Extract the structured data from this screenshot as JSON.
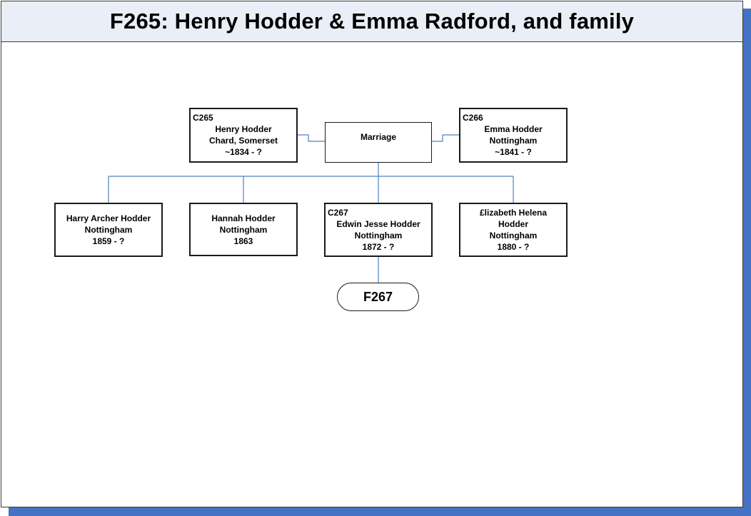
{
  "title": "F265: Henry Hodder & Emma Radford, and family",
  "marriage": {
    "label": "Marriage"
  },
  "parents": [
    {
      "code": "C265",
      "lines": [
        "Henry Hodder",
        "Chard, Somerset",
        "~1834 - ?"
      ]
    },
    {
      "code": "C266",
      "lines": [
        "Emma Hodder",
        "Nottingham",
        "~1841 - ?"
      ]
    }
  ],
  "children": [
    {
      "code": "",
      "lines": [
        "Harry Archer Hodder",
        "Nottingham",
        "1859 - ?"
      ]
    },
    {
      "code": "",
      "lines": [
        "Hannah Hodder",
        "Nottingham",
        "1863"
      ]
    },
    {
      "code": "C267",
      "lines": [
        "Edwin Jesse Hodder",
        "Nottingham",
        "1872 - ?"
      ]
    },
    {
      "code": "",
      "lines": [
        "£lizabeth Helena",
        "Hodder",
        "Nottingham",
        "1880 - ?"
      ]
    }
  ],
  "family_link": {
    "label": "F267"
  },
  "colors": {
    "connector": "#4f81bd",
    "shadow": "#4472c4",
    "header_bg": "#e9eef7"
  }
}
